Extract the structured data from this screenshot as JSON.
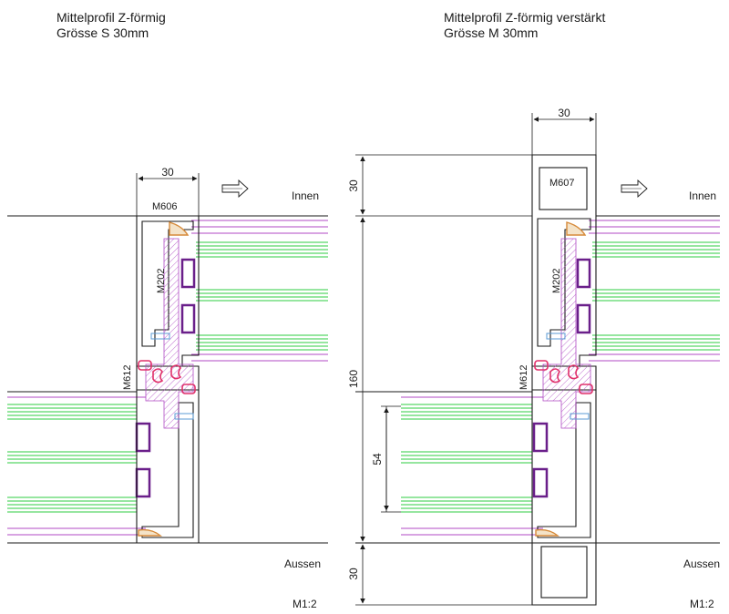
{
  "left": {
    "title_line1": "Mittelprofil Z-förmig",
    "title_line2": "Grösse S  30mm",
    "dim_width": "30",
    "profile_top": "M606",
    "profile_vertical": "M202",
    "profile_middle": "M612",
    "side_in": "Innen",
    "side_out": "Aussen",
    "scale": "M1:2"
  },
  "right": {
    "title_line1": "Mittelprofil Z-förmig verstärkt",
    "title_line2": "Grösse M  30mm",
    "dim_width": "30",
    "profile_top": "M607",
    "profile_vertical": "M202",
    "profile_middle": "M612",
    "side_in": "Innen",
    "side_out": "Aussen",
    "scale": "M1:2",
    "dim_top": "30",
    "dim_main": "160",
    "dim_glass": "54",
    "dim_bottom": "30"
  },
  "colors": {
    "line": "#1a1a1a",
    "glass_green": "#2ecc40",
    "glass_purple": "#b04ac4",
    "gasket_pink": "#e0306a",
    "spacer_purple": "#6a1f8a",
    "seal_orange": "#d68a3a",
    "screw_blue": "#5b9bd5"
  }
}
